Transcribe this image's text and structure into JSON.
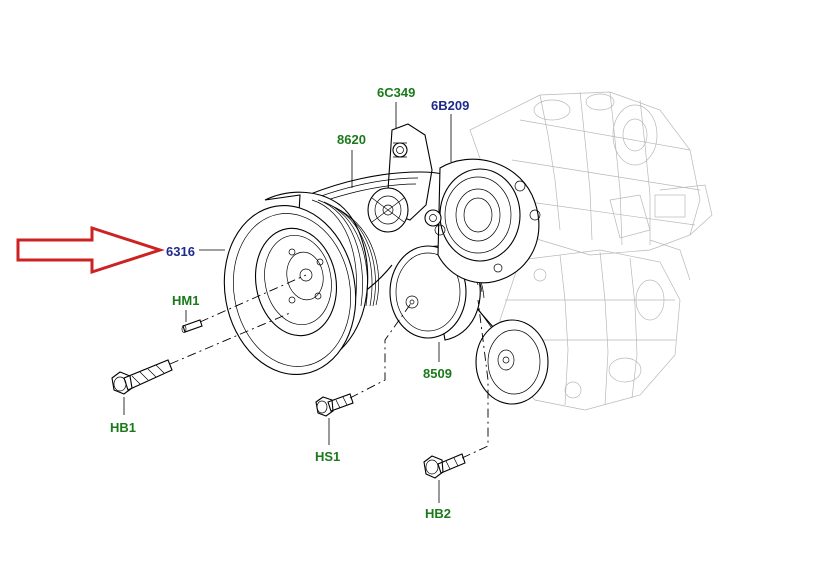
{
  "colors": {
    "part_number": "#1f2a8a",
    "fastener": "#1a7a1a",
    "arrow": "#cc2222"
  },
  "callouts": {
    "p6316": "6316",
    "p8620": "8620",
    "p6C349": "6C349",
    "p6B209": "6B209",
    "p8509": "8509",
    "hm1": "HM1",
    "hb1": "HB1",
    "hs1": "HS1",
    "hb2": "HB2"
  }
}
